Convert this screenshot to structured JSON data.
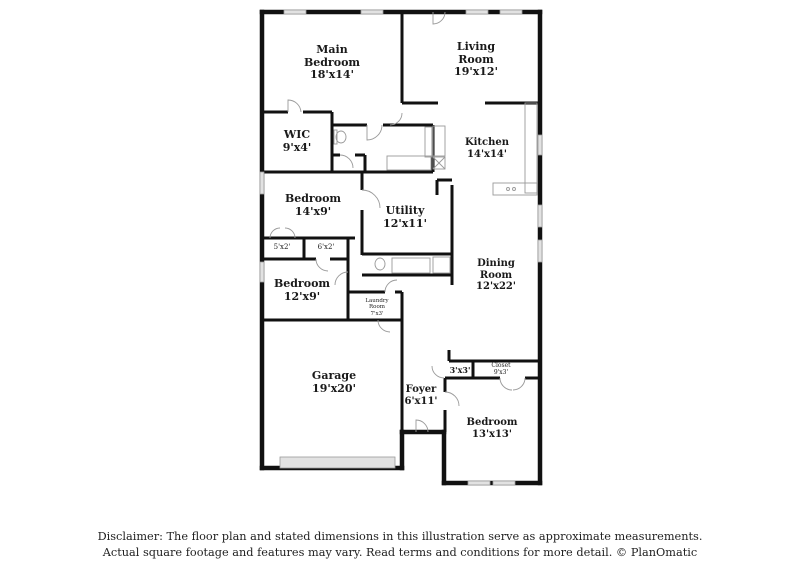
{
  "floor_plan": {
    "rooms": [
      {
        "id": "main-bedroom",
        "name": "Main Bedroom",
        "name_lines": [
          "Main",
          "Bedroom"
        ],
        "dimensions": "18'x14'"
      },
      {
        "id": "living-room",
        "name": "Living Room",
        "name_lines": [
          "Living",
          "Room"
        ],
        "dimensions": "19'x12'"
      },
      {
        "id": "wic",
        "name": "WIC",
        "name_lines": [
          "WIC"
        ],
        "dimensions": "9'x4'"
      },
      {
        "id": "kitchen",
        "name": "Kitchen",
        "name_lines": [
          "Kitchen"
        ],
        "dimensions": "14'x14'"
      },
      {
        "id": "bedroom-2",
        "name": "Bedroom",
        "name_lines": [
          "Bedroom"
        ],
        "dimensions": "14'x9'"
      },
      {
        "id": "utility",
        "name": "Utility",
        "name_lines": [
          "Utility"
        ],
        "dimensions": "12'x11'"
      },
      {
        "id": "closet-5x2",
        "name": "",
        "name_lines": [],
        "dimensions": "5'x2'"
      },
      {
        "id": "closet-6x2",
        "name": "",
        "name_lines": [],
        "dimensions": "6'x2'"
      },
      {
        "id": "bedroom-3",
        "name": "Bedroom",
        "name_lines": [
          "Bedroom"
        ],
        "dimensions": "12'x9'"
      },
      {
        "id": "dining-room",
        "name": "Dining Room",
        "name_lines": [
          "Dining",
          "Room"
        ],
        "dimensions": "12'x22'"
      },
      {
        "id": "laundry-room",
        "name": "Laundry Room",
        "name_lines": [
          "Laundry",
          "Room"
        ],
        "dimensions": "7'x3'"
      },
      {
        "id": "garage",
        "name": "Garage",
        "name_lines": [
          "Garage"
        ],
        "dimensions": "19'x20'"
      },
      {
        "id": "closet-3x3",
        "name": "",
        "name_lines": [],
        "dimensions": "3'x3'"
      },
      {
        "id": "closet-9x3",
        "name": "Closet",
        "name_lines": [
          "Closet"
        ],
        "dimensions": "9'x3'"
      },
      {
        "id": "foyer",
        "name": "Foyer",
        "name_lines": [
          "Foyer"
        ],
        "dimensions": "6'x11'"
      },
      {
        "id": "bedroom-4",
        "name": "Bedroom",
        "name_lines": [
          "Bedroom"
        ],
        "dimensions": "13'x13'"
      }
    ],
    "colors": {
      "wall": "#111111",
      "fixture": "#9a9a9a",
      "window": "#d8d8d8",
      "background": "#ffffff"
    }
  },
  "disclaimer": {
    "line1": "Disclaimer: The floor plan and stated dimensions in this illustration serve as approximate measurements.",
    "line2": "Actual square footage and features may vary. Read terms and conditions for more detail. © PlanOmatic"
  }
}
